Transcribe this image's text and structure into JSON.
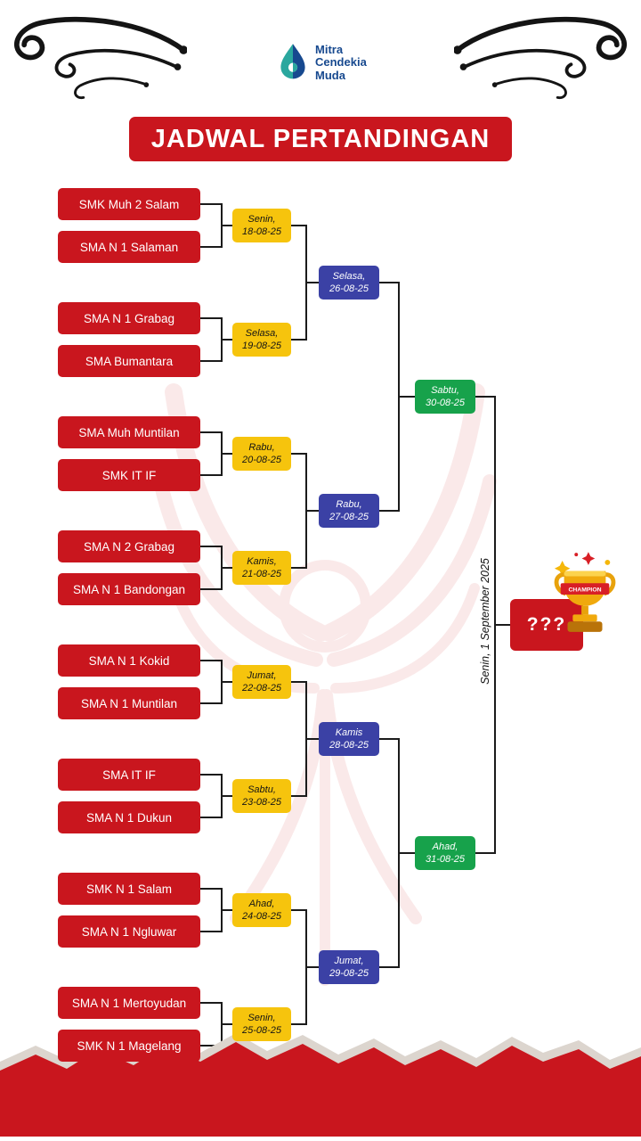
{
  "colors": {
    "red": "#C9161E",
    "yellow": "#F6C40D",
    "blue": "#3B41A5",
    "green": "#17A24B"
  },
  "header": {
    "logo_lines": [
      "Mitra",
      "Cendekia",
      "Muda"
    ],
    "title": "JADWAL PERTANDINGAN"
  },
  "bracket": {
    "round_of_16": [
      {
        "team_a": "SMK Muh 2 Salam",
        "team_b": "SMA N 1 Salaman",
        "day": "Senin,",
        "date": "18-08-25"
      },
      {
        "team_a": "SMA N 1 Grabag",
        "team_b": "SMA Bumantara",
        "day": "Selasa,",
        "date": "19-08-25"
      },
      {
        "team_a": "SMA Muh Muntilan",
        "team_b": "SMK IT IF",
        "day": "Rabu,",
        "date": "20-08-25"
      },
      {
        "team_a": "SMA N 2 Grabag",
        "team_b": "SMA N 1 Bandongan",
        "day": "Kamis,",
        "date": "21-08-25"
      },
      {
        "team_a": "SMA N 1 Kokid",
        "team_b": "SMA N 1 Muntilan",
        "day": "Jumat,",
        "date": "22-08-25"
      },
      {
        "team_a": "SMA IT IF",
        "team_b": "SMA N 1 Dukun",
        "day": "Sabtu,",
        "date": "23-08-25"
      },
      {
        "team_a": "SMK N 1 Salam",
        "team_b": "SMA N 1 Ngluwar",
        "day": "Ahad,",
        "date": "24-08-25"
      },
      {
        "team_a": "SMA N 1 Mertoyudan",
        "team_b": "SMK N 1 Magelang",
        "day": "Senin,",
        "date": "25-08-25"
      }
    ],
    "quarterfinals": [
      {
        "day": "Selasa,",
        "date": "26-08-25"
      },
      {
        "day": "Rabu,",
        "date": "27-08-25"
      },
      {
        "day": "Kamis",
        "date": "28-08-25"
      },
      {
        "day": "Jumat,",
        "date": "29-08-25"
      }
    ],
    "semifinals": [
      {
        "day": "Sabtu,",
        "date": "30-08-25"
      },
      {
        "day": "Ahad,",
        "date": "31-08-25"
      }
    ],
    "final": {
      "date_label": "Senin, 1 September 2025",
      "winner_placeholder": "???",
      "trophy_ribbon": "CHAMPION"
    }
  }
}
